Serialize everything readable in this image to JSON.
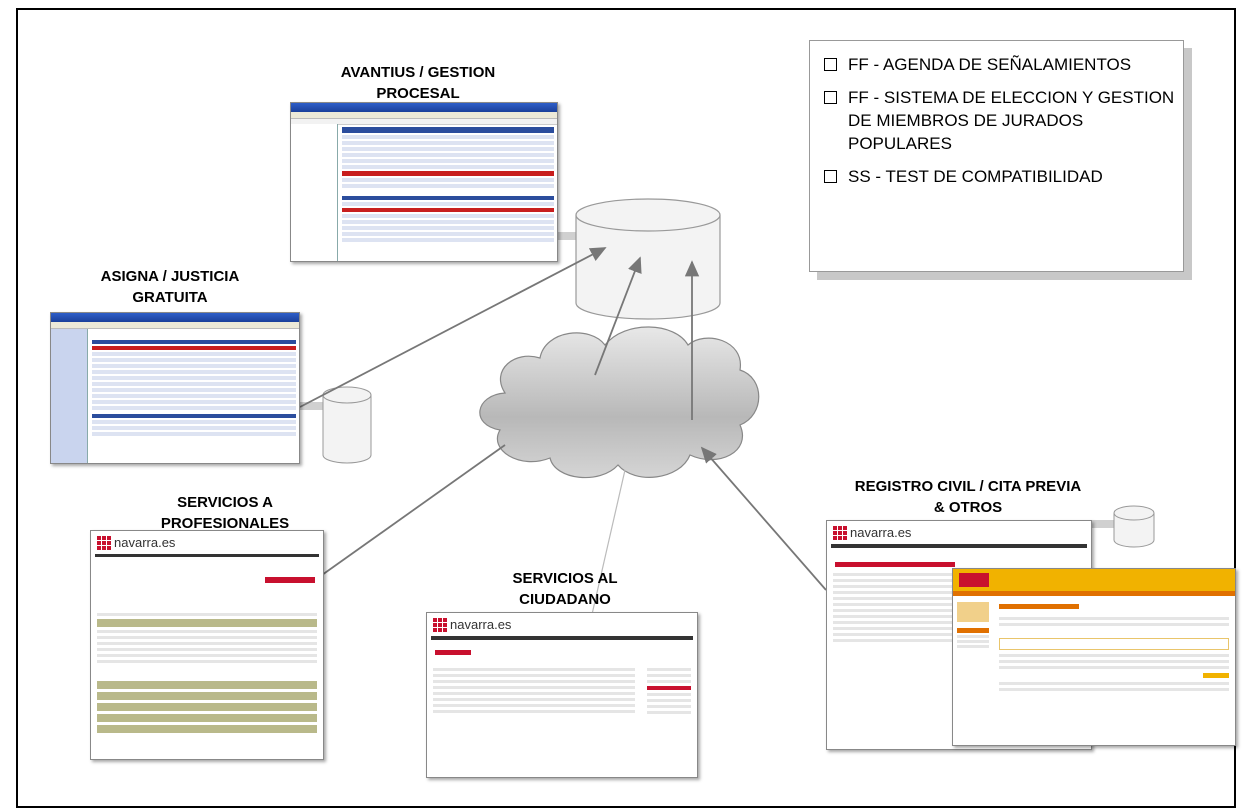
{
  "labels": {
    "avantius": "AVANTIUS / GESTION PROCESAL",
    "asigna": "ASIGNA / JUSTICIA GRATUITA",
    "profesionales": "SERVICIOS A PROFESIONALES",
    "ciudadano": "SERVICIOS AL CIUDADANO",
    "registro": "REGISTRO CIVIL / CITA PREVIA & OTROS"
  },
  "legend": {
    "items": [
      "FF - AGENDA DE SEÑALAMIENTOS",
      "FF - SISTEMA DE ELECCION Y GESTION DE MIEMBROS DE JURADOS POPULARES",
      "SS - TEST DE COMPATIBILIDAD"
    ]
  },
  "screens": {
    "navarra_logo": "navarra.es"
  },
  "colors": {
    "cloud_fill": "#c9c9c9",
    "db_fill": "#f3f3f3",
    "arrow": "#777777",
    "navarra_red": "#c8102e",
    "xp_blue": "#1a3f9a"
  }
}
